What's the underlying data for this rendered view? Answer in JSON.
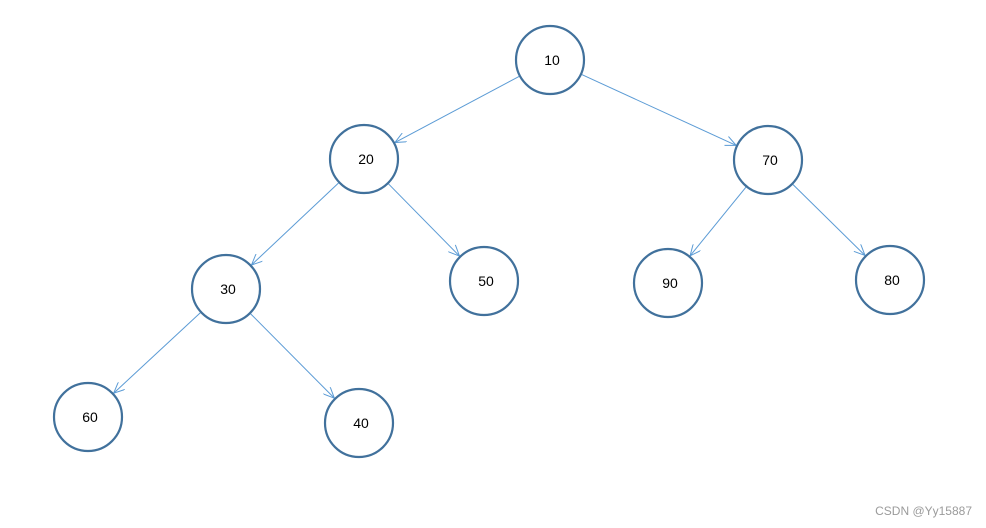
{
  "diagram": {
    "type": "binary-tree",
    "colors": {
      "node_stroke": "#41719c",
      "edge": "#5b9bd5",
      "text": "#000000"
    },
    "nodes": [
      {
        "id": "n10",
        "label": "10"
      },
      {
        "id": "n20",
        "label": "20"
      },
      {
        "id": "n70",
        "label": "70"
      },
      {
        "id": "n30",
        "label": "30"
      },
      {
        "id": "n50",
        "label": "50"
      },
      {
        "id": "n90",
        "label": "90"
      },
      {
        "id": "n80",
        "label": "80"
      },
      {
        "id": "n60",
        "label": "60"
      },
      {
        "id": "n40",
        "label": "40"
      }
    ],
    "edges": [
      {
        "from": "n10",
        "to": "n20"
      },
      {
        "from": "n10",
        "to": "n70"
      },
      {
        "from": "n20",
        "to": "n30"
      },
      {
        "from": "n20",
        "to": "n50"
      },
      {
        "from": "n70",
        "to": "n90"
      },
      {
        "from": "n70",
        "to": "n80"
      },
      {
        "from": "n30",
        "to": "n60"
      },
      {
        "from": "n30",
        "to": "n40"
      }
    ]
  },
  "watermark": "CSDN @Yy15887"
}
